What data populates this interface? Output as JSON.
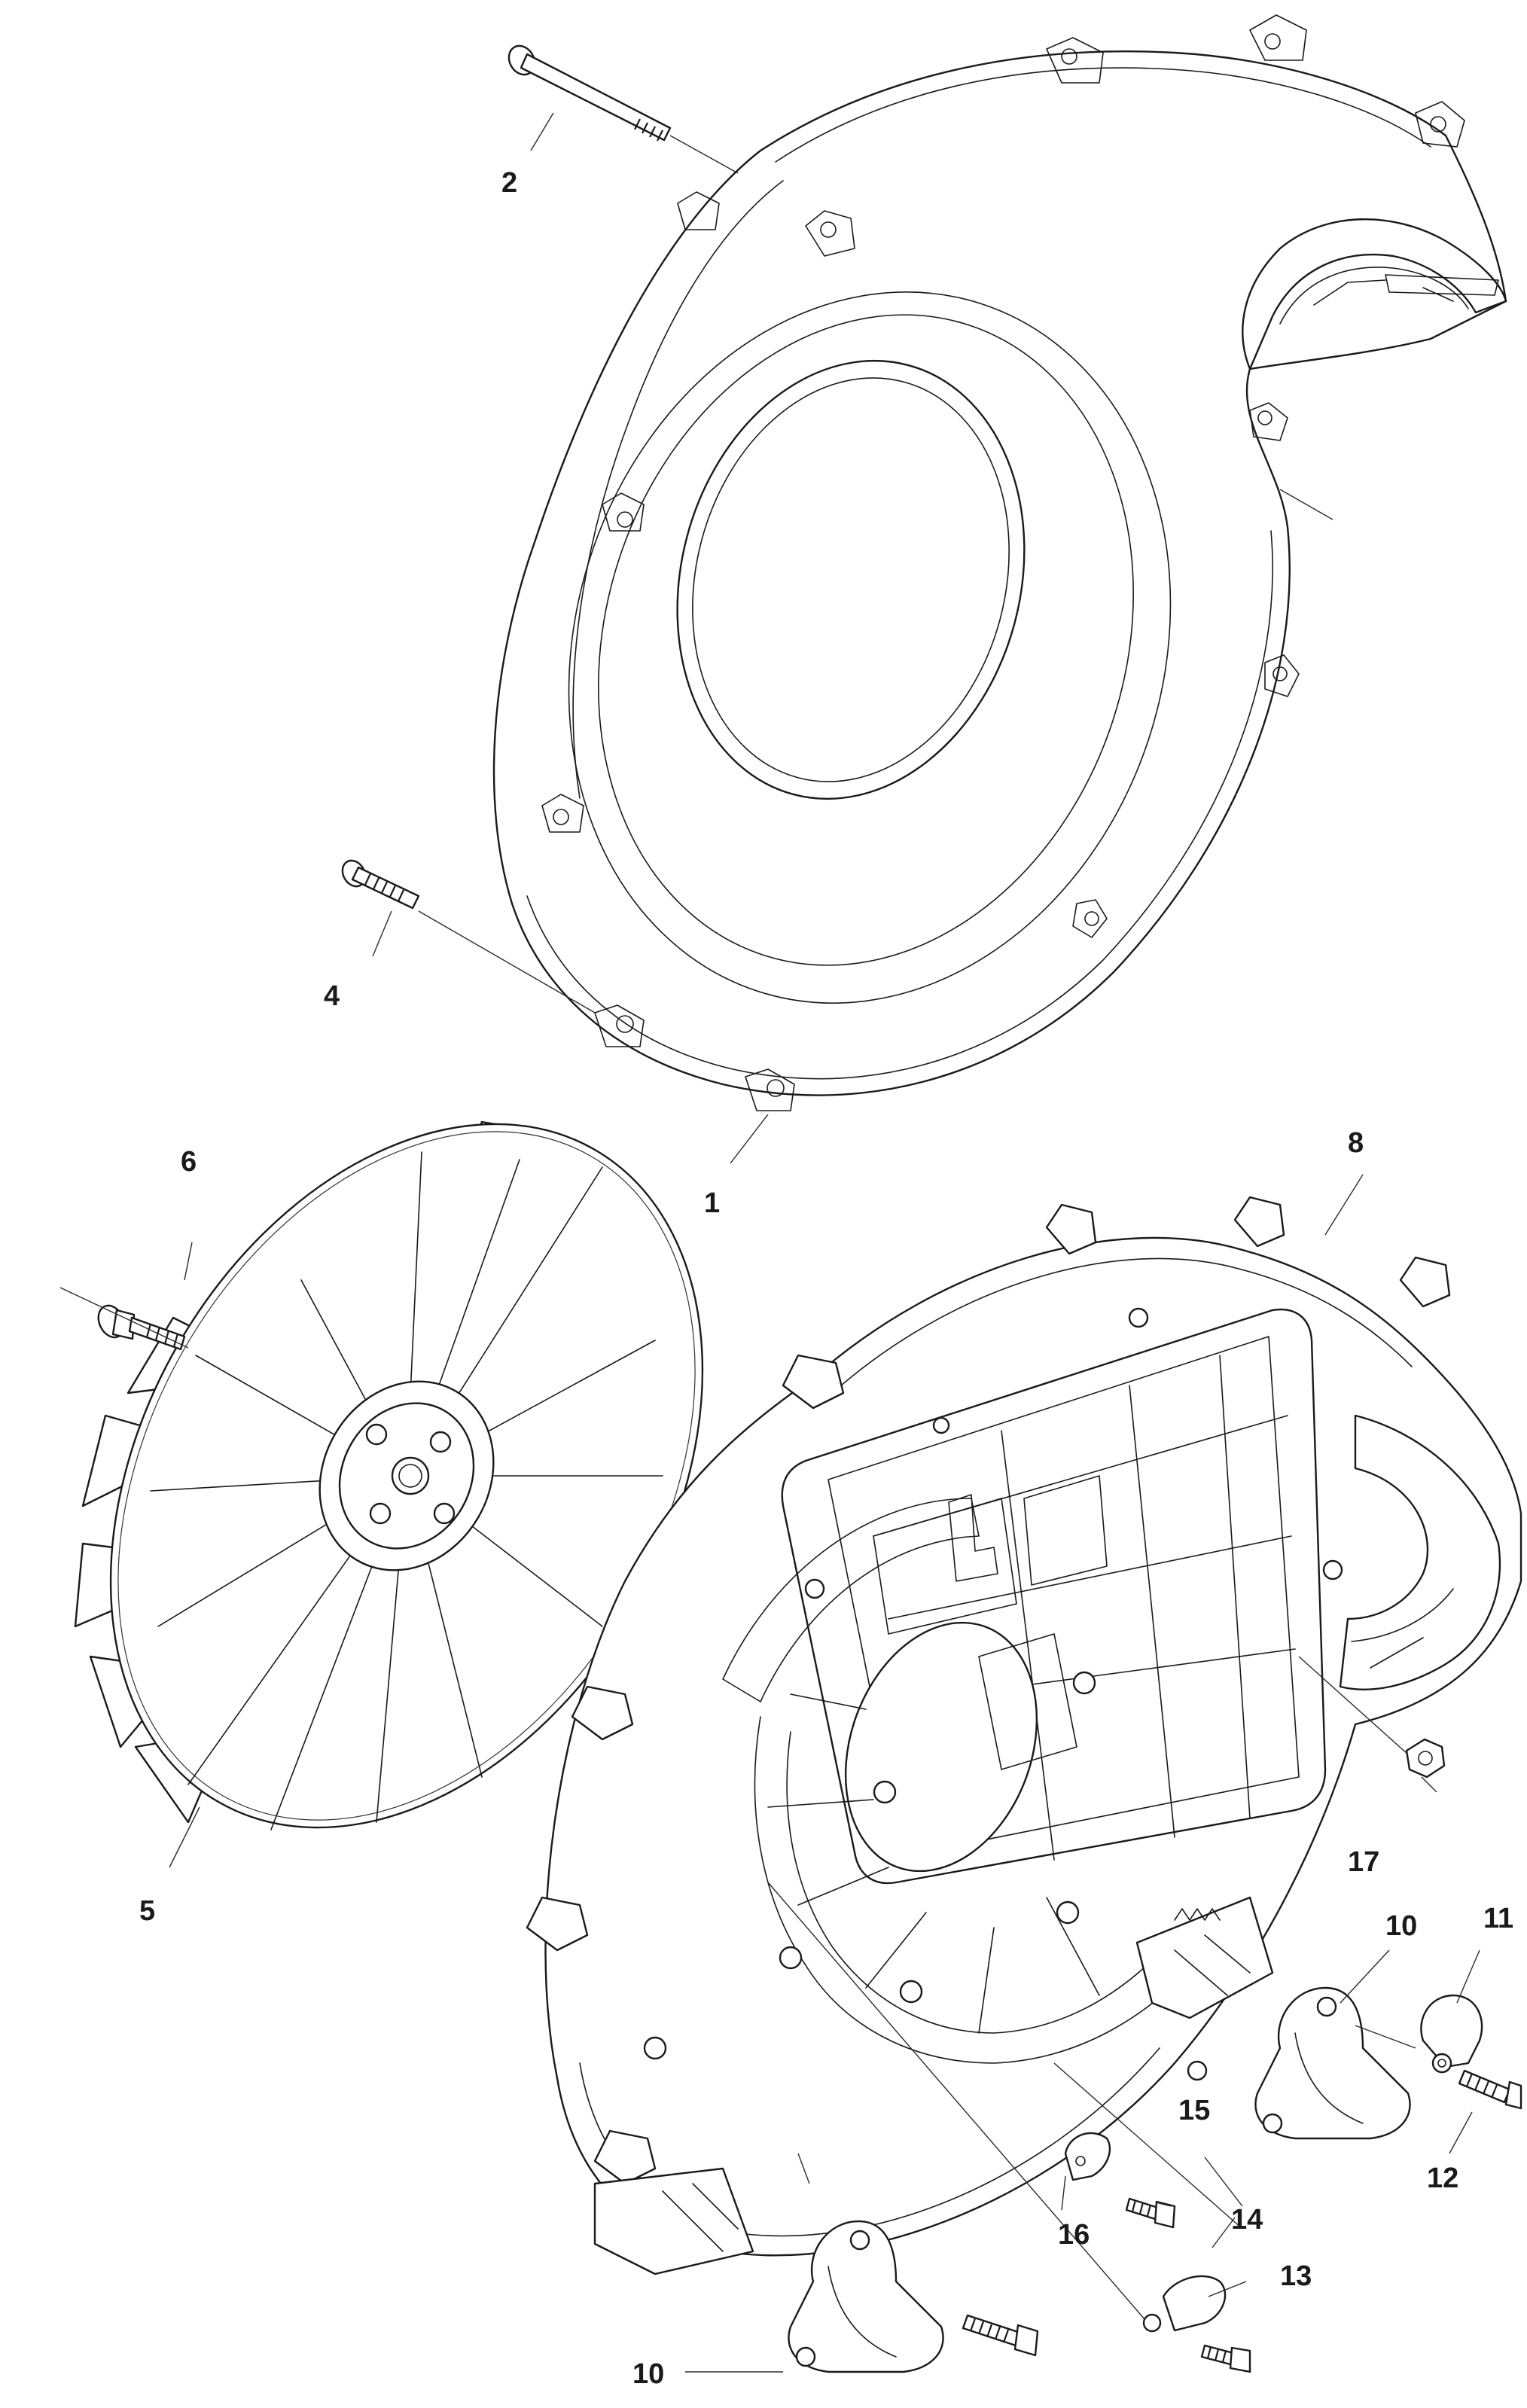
{
  "diagram": {
    "callouts": [
      {
        "id": "c1",
        "label": "1"
      },
      {
        "id": "c2",
        "label": "2"
      },
      {
        "id": "c4",
        "label": "4"
      },
      {
        "id": "c5",
        "label": "5"
      },
      {
        "id": "c6",
        "label": "6"
      },
      {
        "id": "c8",
        "label": "8"
      },
      {
        "id": "c10a",
        "label": "10"
      },
      {
        "id": "c10b",
        "label": "10"
      },
      {
        "id": "c11",
        "label": "11"
      },
      {
        "id": "c12",
        "label": "12"
      },
      {
        "id": "c13",
        "label": "13"
      },
      {
        "id": "c14",
        "label": "14"
      },
      {
        "id": "c15",
        "label": "15"
      },
      {
        "id": "c16",
        "label": "16"
      },
      {
        "id": "c17",
        "label": "17"
      }
    ]
  }
}
